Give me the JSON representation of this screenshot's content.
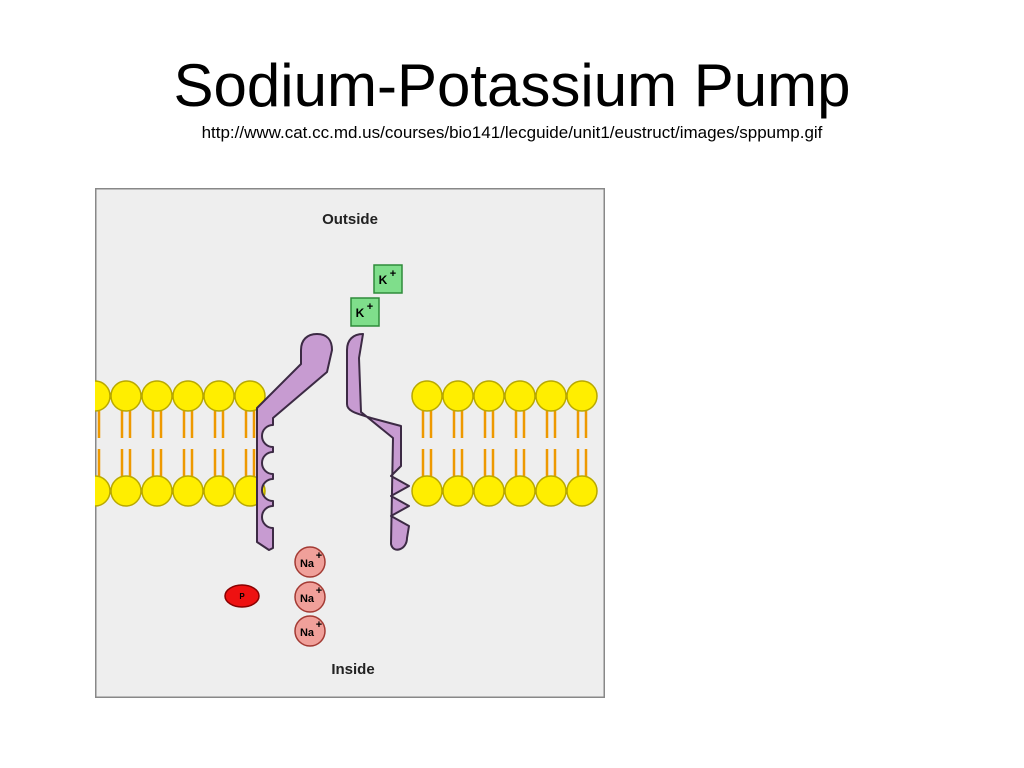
{
  "slide": {
    "title": "Sodium-Potassium Pump",
    "source_url": "http://www.cat.cc.md.us/courses/bio141/lecguide/unit1/eustruct/images/sppump.gif"
  },
  "diagram": {
    "outside_label": "Outside",
    "inside_label": "Inside",
    "potassium_ions": [
      {
        "symbol": "K",
        "charge": "+"
      },
      {
        "symbol": "K",
        "charge": "+"
      }
    ],
    "sodium_ions": [
      {
        "symbol": "Na",
        "charge": "+"
      },
      {
        "symbol": "Na",
        "charge": "+"
      },
      {
        "symbol": "Na",
        "charge": "+"
      }
    ],
    "phosphate_label": "P",
    "colors": {
      "background": "#eeeeee",
      "frame": "#888888",
      "phospholipid_head": "#ffee00",
      "phospholipid_head_outline": "#b8a800",
      "lipid_tail": "#ee9900",
      "pump_protein": "#c79bd1",
      "pump_protein_outline": "#3c2a44",
      "potassium_fill": "#7fde8b",
      "potassium_outline": "#2e8b3a",
      "sodium_fill": "#f0a09a",
      "sodium_outline": "#a33a33",
      "phosphate_fill": "#ee1111",
      "phosphate_outline": "#880000"
    }
  }
}
